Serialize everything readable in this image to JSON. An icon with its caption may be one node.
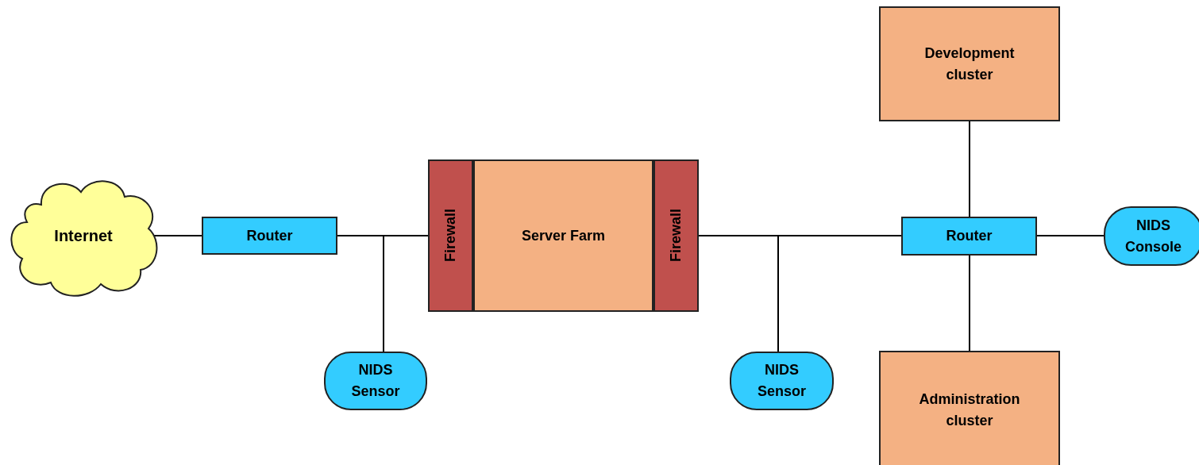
{
  "diagram": {
    "nodes": [
      {
        "text": [
          "Internet"
        ]
      },
      {
        "text": [
          "Router"
        ]
      },
      {
        "text": [
          "NIDS Sensor"
        ]
      },
      {
        "text": [
          "Firewall"
        ]
      },
      {
        "text": [
          "Server Farm"
        ]
      },
      {
        "text": [
          "Firewall"
        ]
      },
      {
        "text": [
          "NIDS Sensor"
        ]
      },
      {
        "text": [
          "Router"
        ]
      },
      {
        "text": [
          "Development cluster"
        ]
      },
      {
        "text": [
          "NIDS Console"
        ]
      },
      {
        "text": [
          "Administration cluster"
        ]
      }
    ],
    "edges": [
      {
        "from": 0,
        "to": 1,
        "arrow": "none"
      },
      {
        "from": 1,
        "to": 3,
        "arrow": "none"
      },
      {
        "from": 1,
        "to": 2,
        "arrow": "none"
      },
      {
        "from": 5,
        "to": 7,
        "arrow": "none"
      },
      {
        "from": 5,
        "to": 6,
        "arrow": "none"
      },
      {
        "from": 7,
        "to": 8,
        "arrow": "none"
      },
      {
        "from": 7,
        "to": 9,
        "arrow": "none"
      },
      {
        "from": 7,
        "to": 10,
        "arrow": "none"
      }
    ]
  }
}
